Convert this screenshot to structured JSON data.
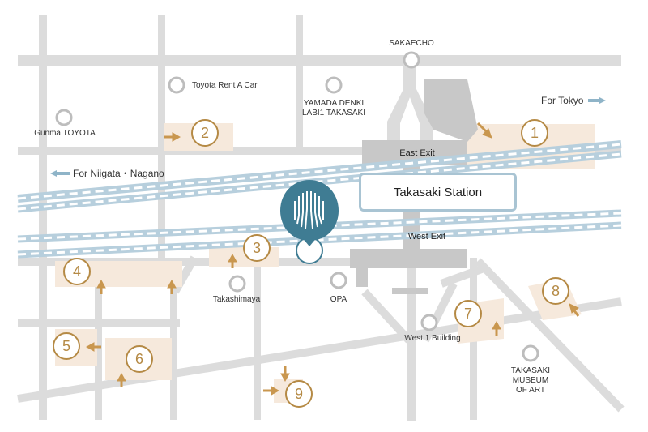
{
  "landmarks": {
    "sakaecho": "SAKAECHO",
    "toyota_rent": "Toyota Rent A Car",
    "gunma_toyota": "Gunma TOYOTA",
    "yamada_line1": "YAMADA DENKI",
    "yamada_line2": "LABI1 TAKASAKI",
    "takashimaya": "Takashimaya",
    "opa": "OPA",
    "west1": "West 1 Building",
    "museum_line1": "TAKASAKI",
    "museum_line2": "MUSEUM",
    "museum_line3": "OF ART"
  },
  "directions": {
    "tokyo": "For Tokyo",
    "niigata": "For Niigata・Nagano"
  },
  "station": {
    "name": "Takasaki Station",
    "east_exit": "East Exit",
    "west_exit": "West Exit"
  },
  "markers": [
    "1",
    "2",
    "3",
    "4",
    "5",
    "6",
    "7",
    "8",
    "9"
  ],
  "colors": {
    "road": "#dcdcdc",
    "rail_outline": "#b7cfdd",
    "building": "#c8c8c8",
    "highlight": "#f6e9dc",
    "accent": "#b58a45",
    "pin": "#3f7c93"
  },
  "icons": {
    "landmark": "circle-marker-icon",
    "pin": "location-pin-icon"
  }
}
